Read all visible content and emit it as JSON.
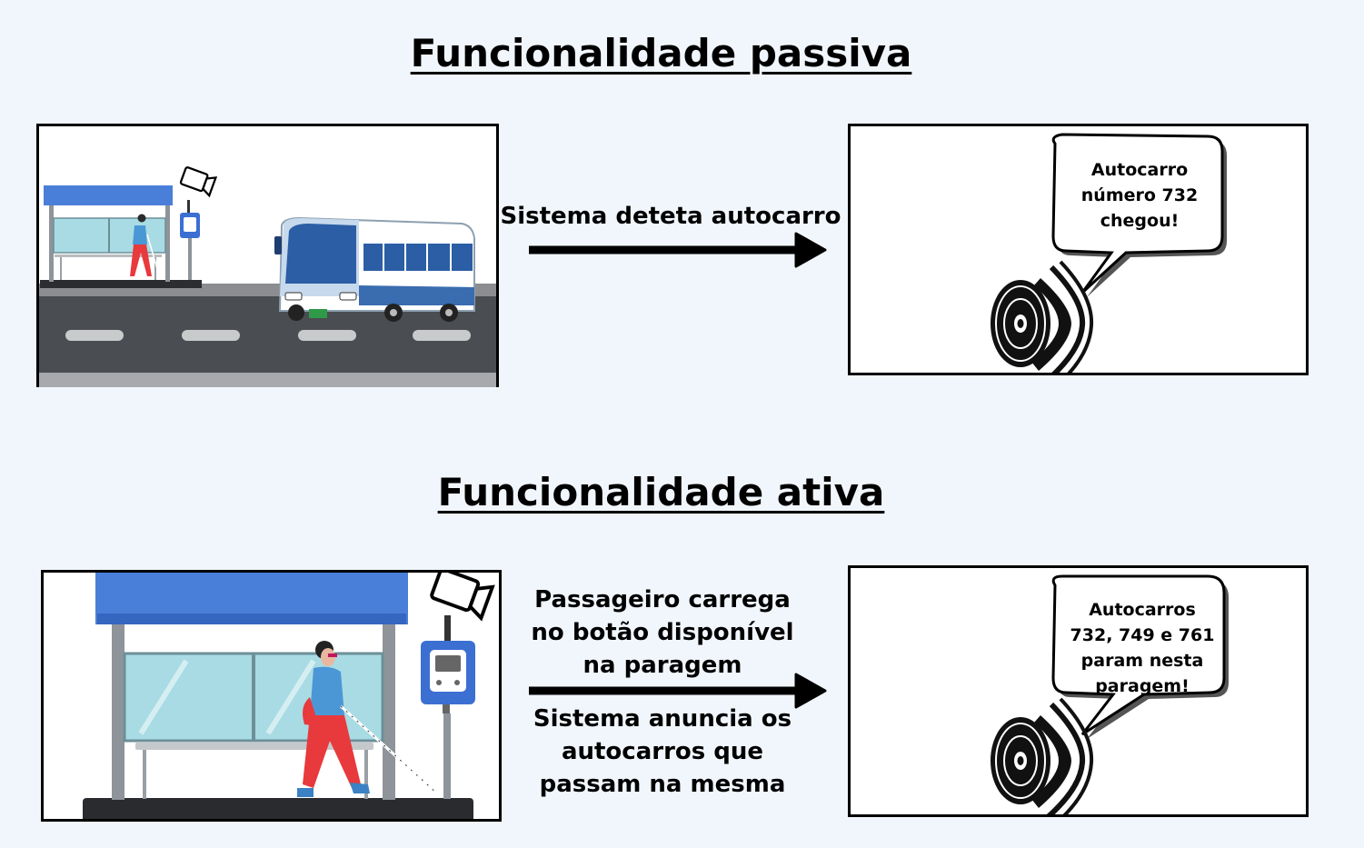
{
  "titles": {
    "passive": "Funcionalidade passiva",
    "active": "Funcionalidade ativa"
  },
  "passive": {
    "arrow_label": "Sistema deteta autocarro",
    "speech": "Autocarro número 732 chegou!"
  },
  "active": {
    "arrow_label_top": "Passageiro carrega no botão disponível na paragem",
    "arrow_label_bottom": "Sistema anuncia os autocarros que passam na mesma",
    "speech": "Autocarros 732, 749 e 761 param nesta paragem!"
  },
  "icons": [
    "camera-icon",
    "bus-stop-sign-icon",
    "speaker-icon",
    "arrow-right-icon",
    "bus-icon",
    "blind-passenger-icon"
  ],
  "colors": {
    "shelter_roof": "#4a7fd9",
    "road": "#474a50",
    "passenger_pants": "#e8393c",
    "passenger_jacket": "#4b97d6",
    "background": "#f1f6fd"
  }
}
